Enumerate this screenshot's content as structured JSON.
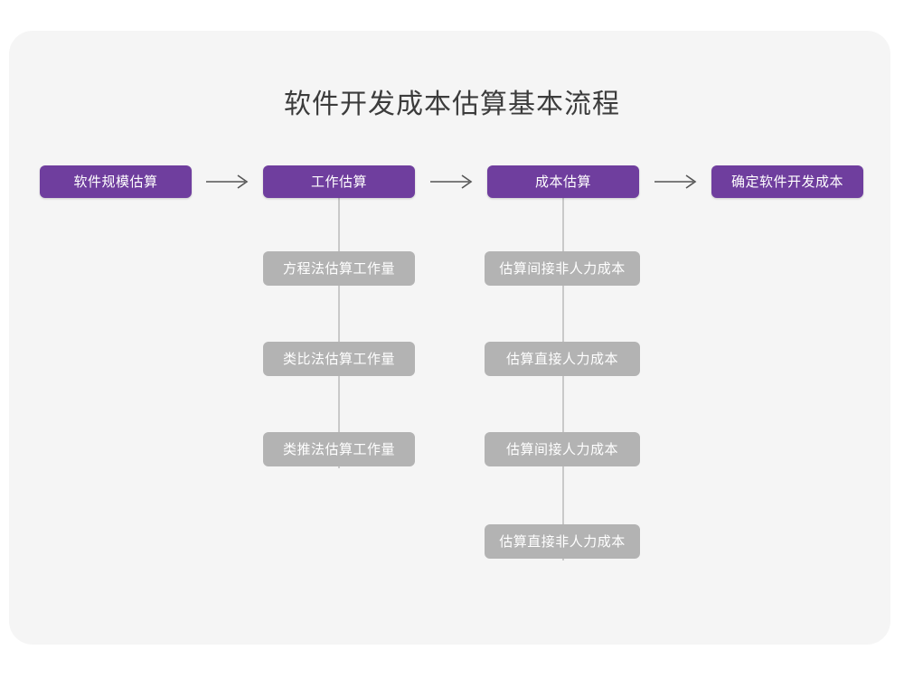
{
  "page": {
    "title": "软件开发成本估算基本流程",
    "background_color": "#ffffff",
    "card_color": "#f5f5f5"
  },
  "palette": {
    "primary": "#6f3e9e",
    "secondary": "#b3b3b3",
    "connector": "#c9c9c9",
    "arrow": "#555555",
    "title_text": "#3c3c3c",
    "node_text": "#ffffff"
  },
  "diagram": {
    "type": "flowchart",
    "orientation": "left-to-right with vertical sub-branches",
    "main_flow": [
      {
        "id": "step1",
        "label": "软件规模估算"
      },
      {
        "id": "step2",
        "label": "工作估算"
      },
      {
        "id": "step3",
        "label": "成本估算"
      },
      {
        "id": "step4",
        "label": "确定软件开发成本"
      }
    ],
    "arrows": [
      {
        "id": "arrow1",
        "from": "step1",
        "to": "step2",
        "glyph": "right-arrow"
      },
      {
        "id": "arrow2",
        "from": "step2",
        "to": "step3",
        "glyph": "right-arrow"
      },
      {
        "id": "arrow3",
        "from": "step3",
        "to": "step4",
        "glyph": "right-arrow"
      }
    ],
    "branches": [
      {
        "parent": "step2",
        "items": [
          "方程法估算工作量",
          "类比法估算工作量",
          "类推法估算工作量"
        ]
      },
      {
        "parent": "step3",
        "items": [
          "估算间接非人力成本",
          "估算直接人力成本",
          "估算间接人力成本",
          "估算直接非人力成本"
        ]
      }
    ]
  }
}
